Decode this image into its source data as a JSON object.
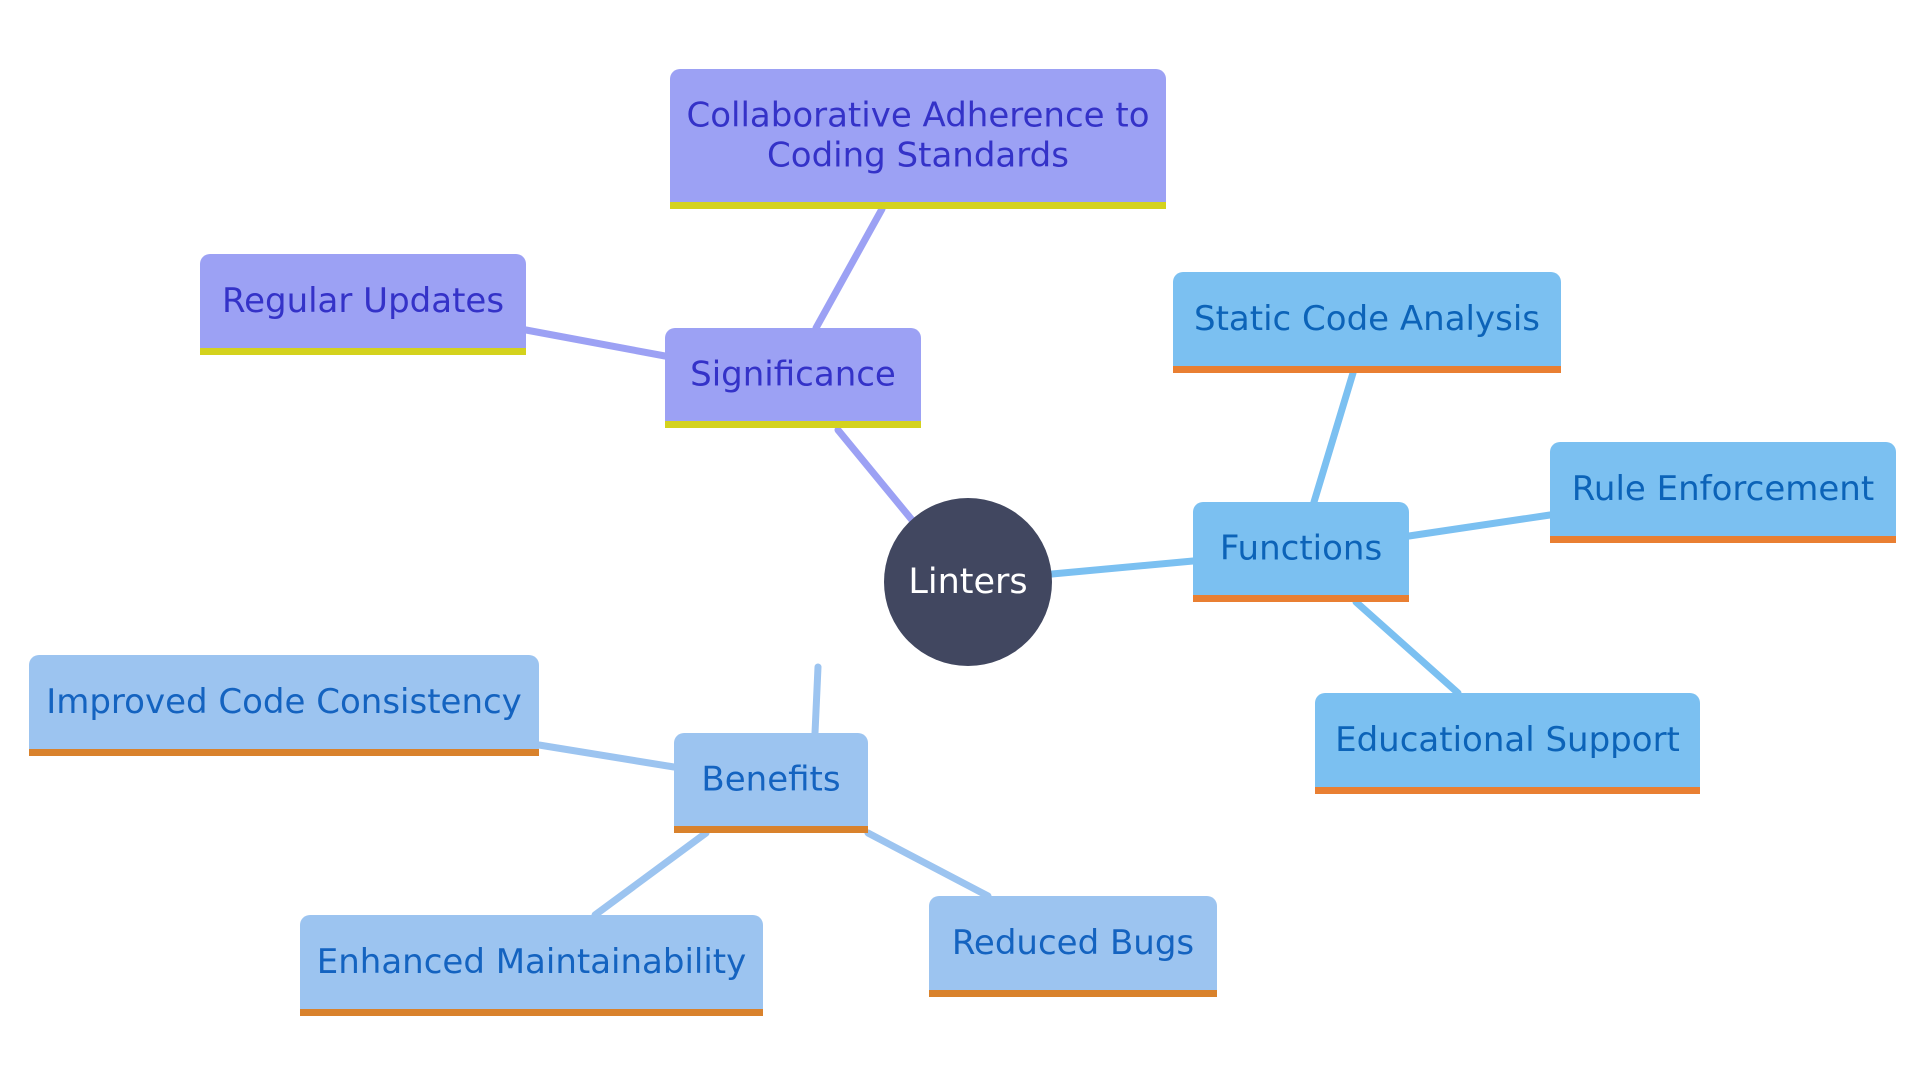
{
  "mindmap": {
    "root": {
      "label": "Linters",
      "fill": "#414760",
      "text_color": "#ffffff"
    },
    "branches": [
      {
        "key": "significance",
        "label": "Significance",
        "fill": "#9ca1f4",
        "text_color": "#3432c8",
        "underline": "#d4d21d",
        "line_color": "#9ca1f4",
        "children": [
          {
            "key": "collaborative",
            "lines": [
              "Collaborative Adherence to",
              "Coding Standards"
            ]
          },
          {
            "key": "regular-updates",
            "lines": [
              "Regular Updates"
            ]
          }
        ]
      },
      {
        "key": "functions",
        "label": "Functions",
        "fill": "#7bc0f1",
        "text_color": "#0c63b8",
        "underline": "#e97f32",
        "line_color": "#7bc0f1",
        "children": [
          {
            "key": "static-code-analysis",
            "lines": [
              "Static Code Analysis"
            ]
          },
          {
            "key": "rule-enforcement",
            "lines": [
              "Rule Enforcement"
            ]
          },
          {
            "key": "educational-support",
            "lines": [
              "Educational Support"
            ]
          }
        ]
      },
      {
        "key": "benefits",
        "label": "Benefits",
        "fill": "#9cc4f0",
        "text_color": "#1463c0",
        "underline": "#d9822c",
        "line_color": "#9cc4f0",
        "children": [
          {
            "key": "improved-code-consistency",
            "lines": [
              "Improved Code Consistency"
            ]
          },
          {
            "key": "enhanced-maintainability",
            "lines": [
              "Enhanced Maintainability"
            ]
          },
          {
            "key": "reduced-bugs",
            "lines": [
              "Reduced Bugs"
            ]
          }
        ]
      }
    ]
  }
}
